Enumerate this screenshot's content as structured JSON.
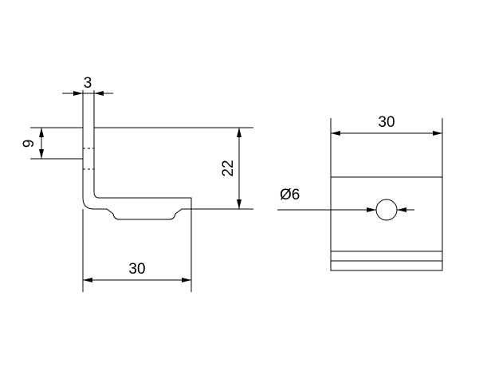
{
  "dimensions": {
    "thickness": "3",
    "hole_offset": "9",
    "height": "22",
    "length_side": "30",
    "width_front": "30",
    "hole_diameter": "Ø6"
  }
}
